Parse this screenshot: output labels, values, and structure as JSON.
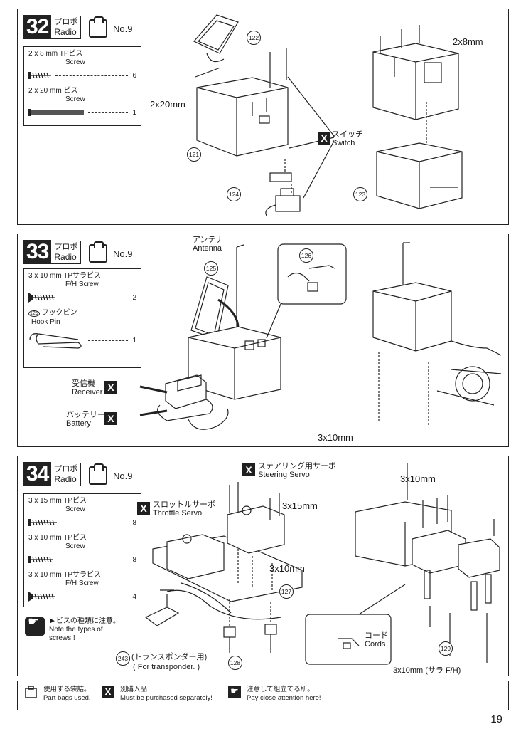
{
  "common": {
    "radio_jp": "プロポ",
    "radio_en": "Radio",
    "bag_no": "No.9"
  },
  "step32": {
    "number": "32",
    "parts": [
      {
        "name": "2 x 8 mm TPビス",
        "sub": "Screw",
        "qty": "6"
      },
      {
        "name": "2 x 20 mm ビス",
        "sub": "Screw",
        "qty": "1"
      }
    ],
    "labels": {
      "screw_2x20": "2x20mm",
      "screw_2x8": "2x8mm",
      "switch_jp": "スイッチ",
      "switch_en": "Switch"
    },
    "callouts": {
      "c122": "122",
      "c121": "121",
      "c124": "124",
      "c123": "123"
    }
  },
  "step33": {
    "number": "33",
    "parts": [
      {
        "name": "3 x 10 mm TPサラビス",
        "sub": "F/H Screw",
        "qty": "2"
      },
      {
        "name": "フックピン",
        "sub": "Hook Pin",
        "qty": "1",
        "num": "126"
      }
    ],
    "labels": {
      "antenna_jp": "アンテナ",
      "antenna_en": "Antenna",
      "receiver_jp": "受信機",
      "receiver_en": "Receiver",
      "battery_jp": "バッテリー",
      "battery_en": "Battery",
      "screw_3x10": "3x10mm"
    },
    "callouts": {
      "c125": "125",
      "c126": "126"
    }
  },
  "step34": {
    "number": "34",
    "parts": [
      {
        "name": "3 x 15 mm TPビス",
        "sub": "Screw",
        "qty": "8"
      },
      {
        "name": "3 x 10 mm TPビス",
        "sub": "Screw",
        "qty": "8"
      },
      {
        "name": "3 x 10 mm TPサラビス",
        "sub": "F/H Screw",
        "qty": "4"
      }
    ],
    "note_jp": "►ビスの種類に注意。",
    "note_en1": "Note the types of",
    "note_en2": "screws !",
    "labels": {
      "steering_jp": "ステアリング用サーボ",
      "steering_en": "Steering Servo",
      "throttle_jp": "スロットルサーボ",
      "throttle_en": "Throttle Servo",
      "screw_3x15": "3x15mm",
      "screw_3x10a": "3x10mm",
      "screw_3x10b": "3x10mm",
      "screw_3x10fh": "3x10mm (サラ F/H)",
      "transponder_jp": "(トランスポンダー用)",
      "transponder_en": "( For transponder. )",
      "cords_jp": "コード",
      "cords_en": "Cords"
    },
    "callouts": {
      "c127": "127",
      "c128": "128",
      "c129": "129",
      "c243": "243"
    }
  },
  "footer": {
    "bag_jp": "使用する袋詰。",
    "bag_en": "Part bags used.",
    "buy_jp": "別購入品",
    "buy_en": "Must be purchased separately!",
    "attn_jp": "注意して組立てる所。",
    "attn_en": "Pay close attention here!"
  },
  "page_number": "19"
}
